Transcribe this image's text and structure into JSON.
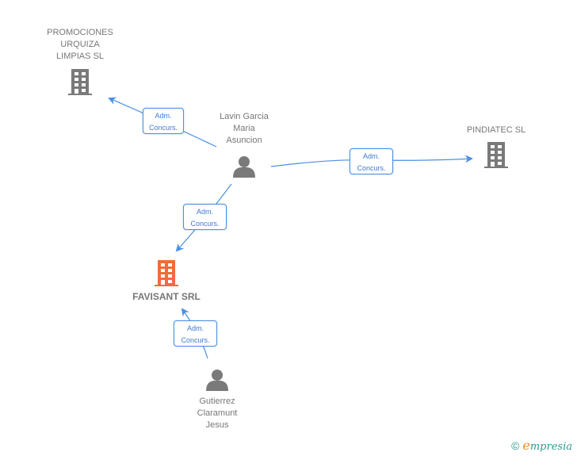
{
  "colors": {
    "edge": "#4a90e2",
    "building_gray": "#7a7a7a",
    "building_main": "#f26b3a",
    "person": "#7a7a7a",
    "label_text": "#777777"
  },
  "nodes": [
    {
      "id": "promociones",
      "type": "company",
      "label": "PROMOCIONES\nURQUIZA\nLIMPIAS SL",
      "icon": "building-icon",
      "highlight": false
    },
    {
      "id": "lavin",
      "type": "person",
      "label": "Lavin Garcia\nMaria\nAsuncion",
      "icon": "person-icon"
    },
    {
      "id": "pindiatec",
      "type": "company",
      "label": "PINDIATEC SL",
      "icon": "building-icon",
      "highlight": false
    },
    {
      "id": "favisant",
      "type": "company",
      "label": "FAVISANT SRL",
      "icon": "building-icon",
      "highlight": true
    },
    {
      "id": "gutierrez",
      "type": "person",
      "label": "Gutierrez\nClaramunt\nJesus",
      "icon": "person-icon"
    }
  ],
  "edges": [
    {
      "from": "lavin",
      "to": "promociones",
      "label_line1": "Adm.",
      "label_line2": "Concurs."
    },
    {
      "from": "lavin",
      "to": "pindiatec",
      "label_line1": "Adm.",
      "label_line2": "Concurs."
    },
    {
      "from": "lavin",
      "to": "favisant",
      "label_line1": "Adm.",
      "label_line2": "Concurs."
    },
    {
      "from": "gutierrez",
      "to": "favisant",
      "label_line1": "Adm.",
      "label_line2": "Concurs."
    }
  ],
  "footer": {
    "copyright_symbol": "©",
    "brand_first": "e",
    "brand_rest": "mpresia"
  }
}
